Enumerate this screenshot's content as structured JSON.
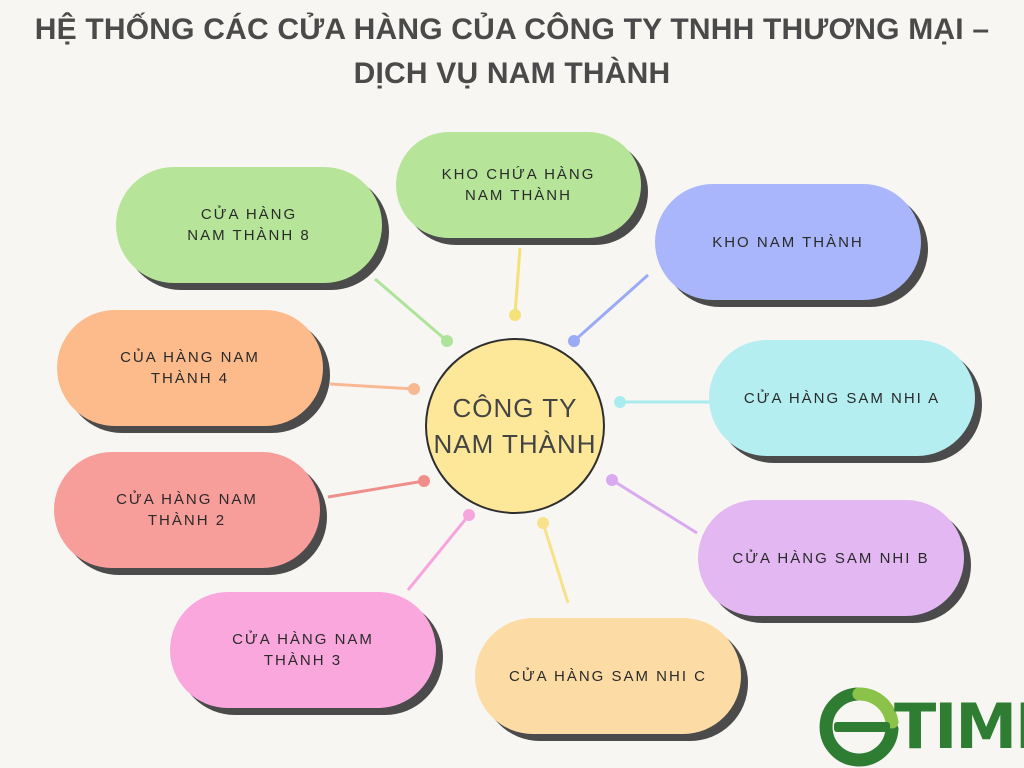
{
  "title": {
    "line1": "HỆ THỐNG CÁC CỬA HÀNG CỦA CÔNG TY TNHH THƯƠNG MẠI –",
    "line2": "DỊCH VỤ NAM THÀNH"
  },
  "center": {
    "label": "CÔNG TY\nNAM THÀNH"
  },
  "nodes": [
    {
      "label": "KHO CHỨA HÀNG\nNAM THÀNH",
      "color": "#b6e59a",
      "dot": "#f3e27a"
    },
    {
      "label": "KHO NAM THÀNH",
      "color": "#a9b6fb",
      "dot": "#9aaaf5"
    },
    {
      "label": "CỬA HÀNG SAM NHI A",
      "color": "#b4eef0",
      "dot": "#a8ecef"
    },
    {
      "label": "CỬA HÀNG SAM NHI B",
      "color": "#e2b7f2",
      "dot": "#d9aaf0"
    },
    {
      "label": "CỬA HÀNG SAM NHI C",
      "color": "#fcdca4",
      "dot": "#f7e28a"
    },
    {
      "label": "CỬA HÀNG NAM\nTHÀNH 3",
      "color": "#f9a7dc",
      "dot": "#f6a6dd"
    },
    {
      "label": "CỬA HÀNG NAM\nTHÀNH 2",
      "color": "#f79d9a",
      "dot": "#ef8e8a"
    },
    {
      "label": "CỦA HÀNG NAM\nTHÀNH 4",
      "color": "#fdbb8c",
      "dot": "#f8b992"
    },
    {
      "label": "CỬA HÀNG\nNAM THÀNH 8",
      "color": "#b6e59a",
      "dot": "#aee39a"
    }
  ],
  "logo": {
    "text": "TIME",
    "colors": {
      "ring": "#2e7d32",
      "accent": "#8bc34a"
    }
  }
}
